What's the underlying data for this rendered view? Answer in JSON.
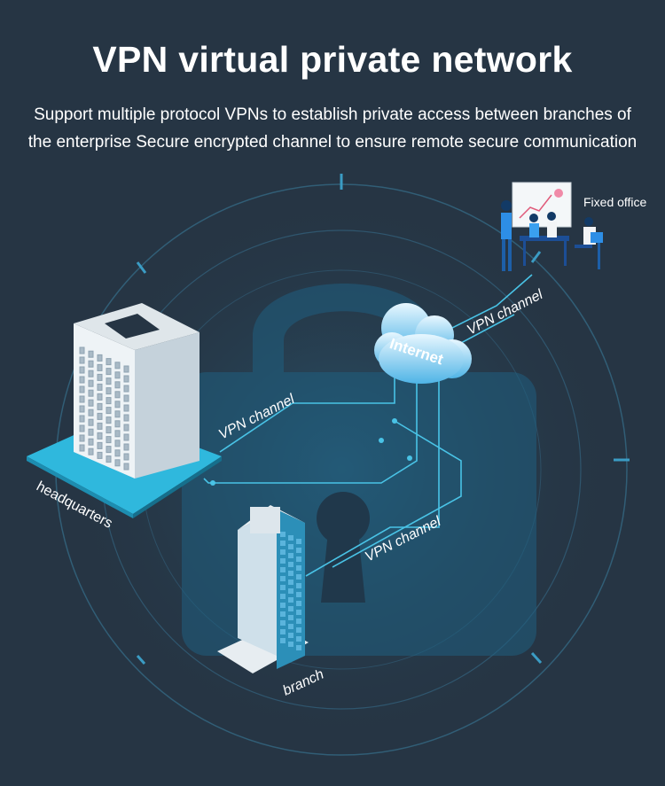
{
  "title": "VPN virtual private network",
  "subtitle": {
    "line1": "Support multiple protocol VPNs to establish private access between branches of",
    "line2": "the enterprise Secure encrypted channel to ensure remote secure communication"
  },
  "nodes": {
    "headquarters": "headquarters",
    "branch": "branch",
    "fixed_office": "Fixed office",
    "internet": "Internet"
  },
  "channels": {
    "hq": "VPN channel",
    "branch": "VPN channel",
    "office": "VPN channel"
  },
  "colors": {
    "background": "#263544",
    "accent": "#2fb8dd",
    "line": "#49c3e6",
    "lock": "#1f5f80"
  }
}
